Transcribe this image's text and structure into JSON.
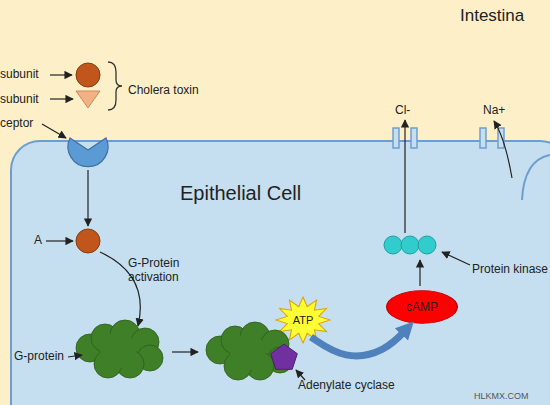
{
  "diagram": {
    "nodes": [
      {
        "text": [
          "Epithelial Cell"
        ]
      },
      {
        "text": [
          "ATP"
        ],
        "in": 0
      },
      {
        "text": [
          "cAMP"
        ],
        "in": 0
      }
    ],
    "edges": [
      {
        "from": 1,
        "to": 2,
        "arrow": "to"
      }
    ],
    "labels": [
      "Intestina",
      "subunit",
      "subunit",
      "Cholera toxin",
      "ceptor",
      "A",
      "G-Protein activation",
      "G-protein",
      "Adenylate cyclase",
      "Protein kinase",
      "Cl-",
      "Na+",
      "HLKMX.COM"
    ]
  }
}
